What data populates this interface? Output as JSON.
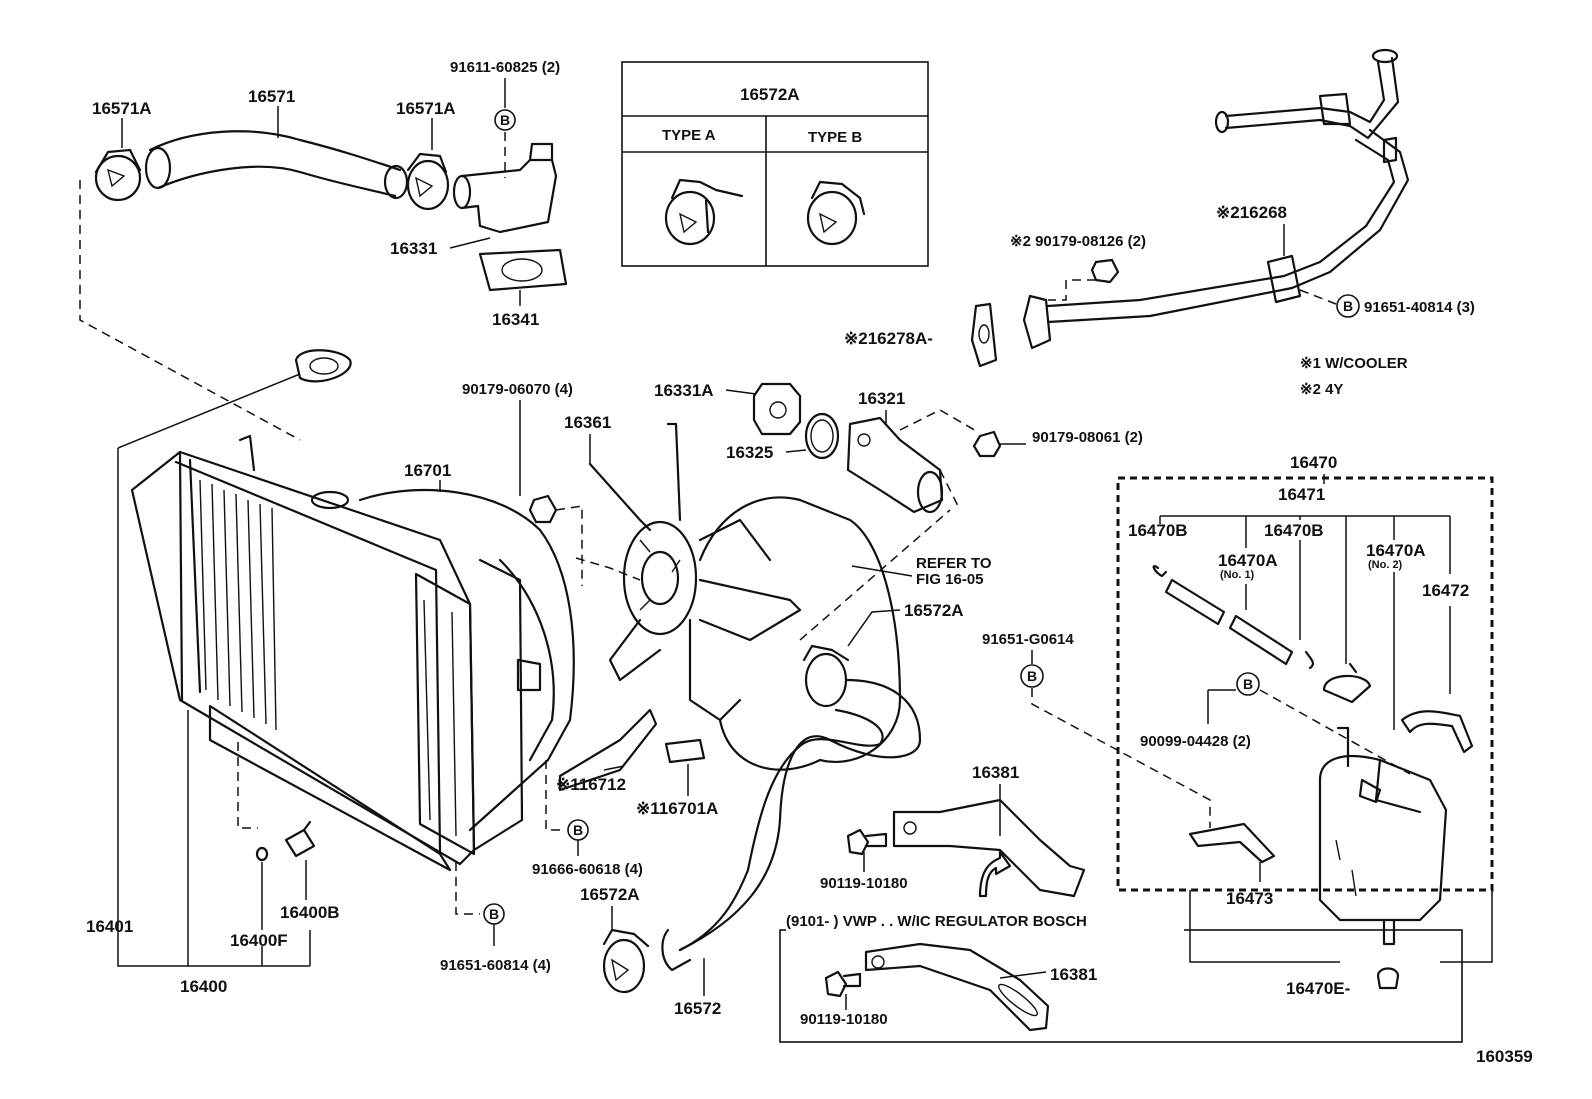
{
  "labels": {
    "p16571A_l": "16571A",
    "p16571": "16571",
    "p16571A_r": "16571A",
    "p91611": "91611-60825 (2)",
    "p16331": "16331",
    "p16341": "16341",
    "p16572A_box": "16572A",
    "type_a": "TYPE A",
    "type_b": "TYPE B",
    "p216268": "※216268",
    "p90179_08126": "※2  90179-08126 (2)",
    "p91651_40814_3": "91651-40814 (3)",
    "p216278A": "※216278A-",
    "note1": "※1 W/COOLER",
    "note2": "※2  4Y",
    "p90179_06070": "90179-06070 (4)",
    "p16331A": "16331A",
    "p16321": "16321",
    "p16361": "16361",
    "p16325": "16325",
    "p90179_08061": "90179-08061 (2)",
    "p16701": "16701",
    "refer1": "REFER TO",
    "refer2": "FIG 16-05",
    "p16572A_mid": "16572A",
    "p91651_G0614": "91651-G0614",
    "p16470": "16470",
    "p16471": "16471",
    "p16470B_l": "16470B",
    "p16470B_r": "16470B",
    "p16470A_1": "16470A",
    "no1": "(No. 1)",
    "p16470A_2": "16470A",
    "no2": "(No. 2)",
    "p16472": "16472",
    "p90099": "90099-04428 (2)",
    "p116712": "※116712",
    "p116701A": "※116701A",
    "p91666": "91666-60618 (4)",
    "p16381_top": "16381",
    "p90119_top": "90119-10180",
    "p16473": "16473",
    "p16400B": "16400B",
    "p16400F": "16400F",
    "p16401": "16401",
    "p16400": "16400",
    "p91651_60814_4": "91651-60814 (4)",
    "p16572A_low": "16572A",
    "p16572": "16572",
    "bosch_note": "(9101-        ) VWP . . W/IC REGULATOR BOSCH",
    "p16381_bot": "16381",
    "p90119_bot": "90119-10180",
    "p16470E": "16470E-",
    "figure_no": "160359"
  },
  "bolt_marker": "B"
}
